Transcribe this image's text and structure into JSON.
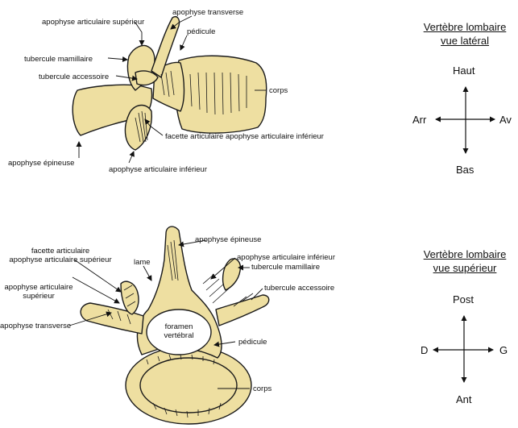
{
  "colors": {
    "bone": "#eedfa1",
    "outline": "#1a1a1a",
    "line": "#111111"
  },
  "lateral": {
    "labels": {
      "apophyse_articulaire_superieur": "apophyse articulaire supérieur",
      "apophyse_transverse": "apophyse transverse",
      "pedicule": "pédicule",
      "tubercule_mamillaire": "tubercule mamillaire",
      "tubercule_accessoire": "tubercule accessoire",
      "corps": "corps",
      "facette_articulaire_inferieur": "facette articulaire apophyse articulaire inférieur",
      "apophyse_epineuse": "apophyse épineuse",
      "apophyse_articulaire_inferieur": "apophyse articulaire inférieur"
    },
    "legend": {
      "title_1": "Vertèbre lombaire",
      "title_2": "vue latéral",
      "up": "Haut",
      "down": "Bas",
      "left": "Arr",
      "right": "Av"
    }
  },
  "superior": {
    "labels": {
      "facette_articulaire_1": "facette articulaire",
      "facette_articulaire_2": "apophyse articulaire supérieur",
      "lame": "lame",
      "apophyse_epineuse": "apophyse épineuse",
      "apophyse_articulaire_inferieur": "apophyse articulaire inférieur",
      "tubercule_mamillaire": "tubercule mamillaire",
      "apophyse_articulaire_sup_1": "apophyse articulaire",
      "apophyse_articulaire_sup_2": "supérieur",
      "tubercule_accessoire": "tubercule accessoire",
      "apophyse_transverse": "apophyse transverse",
      "foramen_1": "foramen",
      "foramen_2": "vertébral",
      "pedicule": "pédicule",
      "corps": "corps"
    },
    "legend": {
      "title_1": "Vertèbre lombaire",
      "title_2": "vue supérieur",
      "up": "Post",
      "down": "Ant",
      "left": "D",
      "right": "G"
    }
  }
}
